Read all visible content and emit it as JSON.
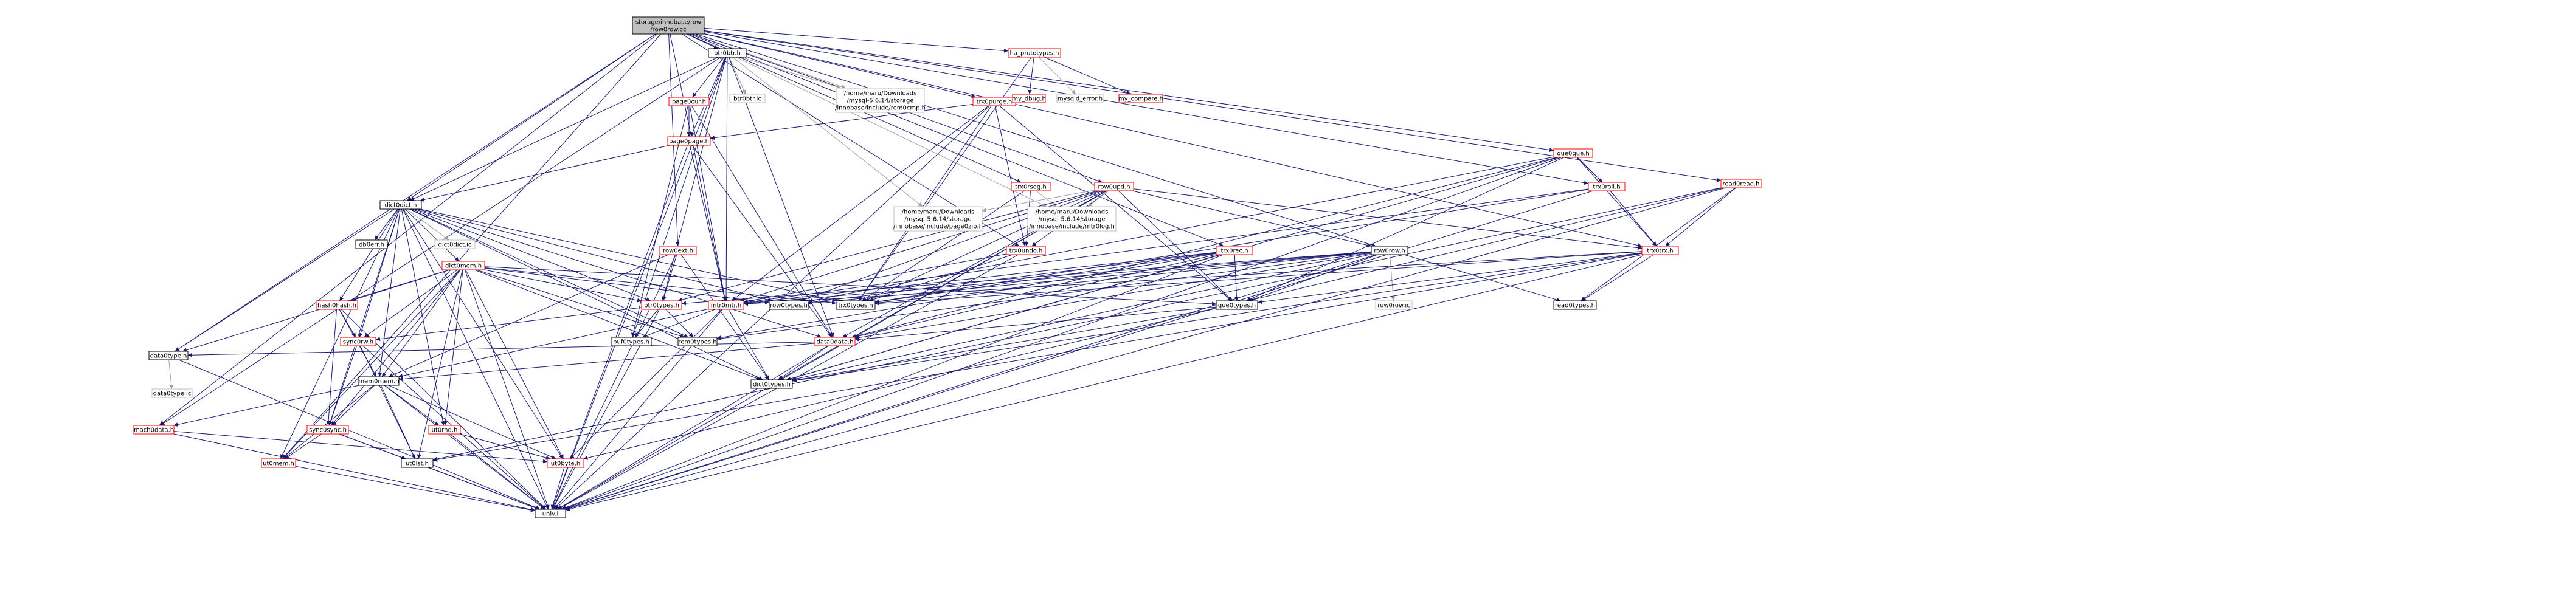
{
  "colors": {
    "root_fill": "#bfbfbf",
    "node_fill": "#ffffff",
    "border_red": "#ff0000",
    "border_gray": "#bfbfbf",
    "border_black": "#000000",
    "edge_blue": "#191970",
    "edge_gray": "#a0a0a0"
  },
  "nodes": [
    {
      "id": "root",
      "lines": [
        "storage/innobase/row",
        "/row0row.cc"
      ],
      "style": "root"
    },
    {
      "id": "btr0btr_h",
      "lines": [
        "btr0btr.h"
      ],
      "style": "black"
    },
    {
      "id": "ha_prototypes_h",
      "lines": [
        "ha_prototypes.h"
      ],
      "style": "red"
    },
    {
      "id": "que0que_h",
      "lines": [
        "que0que.h"
      ],
      "style": "red"
    },
    {
      "id": "read0read_h",
      "lines": [
        "read0read.h"
      ],
      "style": "red"
    },
    {
      "id": "btr0btr_ic",
      "lines": [
        "btr0btr.ic"
      ],
      "style": "gray"
    },
    {
      "id": "rem0cmp_h",
      "lines": [
        "/home/maru/Downloads",
        "/mysql-5.6.14/storage",
        "/innobase/include/rem0cmp.h"
      ],
      "style": "gray"
    },
    {
      "id": "page0cur_h",
      "lines": [
        "page0cur.h"
      ],
      "style": "red"
    },
    {
      "id": "trx0purge_h",
      "lines": [
        "trx0purge.h"
      ],
      "style": "red"
    },
    {
      "id": "my_dbug_h",
      "lines": [
        "my_dbug.h"
      ],
      "style": "red"
    },
    {
      "id": "mysqld_error_h",
      "lines": [
        "mysqld_error.h"
      ],
      "style": "gray"
    },
    {
      "id": "my_compare_h",
      "lines": [
        "my_compare.h"
      ],
      "style": "red"
    },
    {
      "id": "trx0rseg_h",
      "lines": [
        "trx0rseg.h"
      ],
      "style": "red"
    },
    {
      "id": "row0upd_h",
      "lines": [
        "row0upd.h"
      ],
      "style": "red"
    },
    {
      "id": "trx0roll_h",
      "lines": [
        "trx0roll.h"
      ],
      "style": "red"
    },
    {
      "id": "page0page_h",
      "lines": [
        "page0page.h"
      ],
      "style": "red"
    },
    {
      "id": "dict0dict_h",
      "lines": [
        "dict0dict.h"
      ],
      "style": "black"
    },
    {
      "id": "page0zip_h",
      "lines": [
        "/home/maru/Downloads",
        "/mysql-5.6.14/storage",
        "/innobase/include/page0zip.h"
      ],
      "style": "gray"
    },
    {
      "id": "mtr0log_h",
      "lines": [
        "/home/maru/Downloads",
        "/mysql-5.6.14/storage",
        "/innobase/include/mtr0log.h"
      ],
      "style": "gray"
    },
    {
      "id": "row0ext_h",
      "lines": [
        "row0ext.h"
      ],
      "style": "red"
    },
    {
      "id": "trx0undo_h",
      "lines": [
        "trx0undo.h"
      ],
      "style": "red"
    },
    {
      "id": "trx0rec_h",
      "lines": [
        "trx0rec.h"
      ],
      "style": "red"
    },
    {
      "id": "row0row_h",
      "lines": [
        "row0row.h"
      ],
      "style": "black"
    },
    {
      "id": "trx0trx_h",
      "lines": [
        "trx0trx.h"
      ],
      "style": "red"
    },
    {
      "id": "db0err_h",
      "lines": [
        "db0err.h"
      ],
      "style": "black"
    },
    {
      "id": "dict0dict_ic",
      "lines": [
        "dict0dict.ic"
      ],
      "style": "gray"
    },
    {
      "id": "dict0mem_h",
      "lines": [
        "dict0mem.h"
      ],
      "style": "red"
    },
    {
      "id": "hash0hash_h",
      "lines": [
        "hash0hash.h"
      ],
      "style": "red"
    },
    {
      "id": "btr0types_h",
      "lines": [
        "btr0types.h"
      ],
      "style": "red"
    },
    {
      "id": "mtr0mtr_h",
      "lines": [
        "mtr0mtr.h"
      ],
      "style": "red"
    },
    {
      "id": "row0types_h",
      "lines": [
        "row0types.h"
      ],
      "style": "black"
    },
    {
      "id": "trx0types_h",
      "lines": [
        "trx0types.h"
      ],
      "style": "black"
    },
    {
      "id": "que0types_h",
      "lines": [
        "que0types.h"
      ],
      "style": "black"
    },
    {
      "id": "row0row_ic",
      "lines": [
        "row0row.ic"
      ],
      "style": "gray"
    },
    {
      "id": "read0types_h",
      "lines": [
        "read0types.h"
      ],
      "style": "black"
    },
    {
      "id": "sync0rw_h",
      "lines": [
        "sync0rw.h"
      ],
      "style": "red"
    },
    {
      "id": "buf0types_h",
      "lines": [
        "buf0types.h"
      ],
      "style": "black"
    },
    {
      "id": "rem0types_h",
      "lines": [
        "rem0types.h"
      ],
      "style": "black"
    },
    {
      "id": "data0data_h",
      "lines": [
        "data0data.h"
      ],
      "style": "red"
    },
    {
      "id": "data0type_h",
      "lines": [
        "data0type.h"
      ],
      "style": "black"
    },
    {
      "id": "mem0mem_h",
      "lines": [
        "mem0mem.h"
      ],
      "style": "black"
    },
    {
      "id": "dict0types_h",
      "lines": [
        "dict0types.h"
      ],
      "style": "black"
    },
    {
      "id": "data0type_ic",
      "lines": [
        "data0type.ic"
      ],
      "style": "gray"
    },
    {
      "id": "mach0data_h",
      "lines": [
        "mach0data.h"
      ],
      "style": "red"
    },
    {
      "id": "sync0sync_h",
      "lines": [
        "sync0sync.h"
      ],
      "style": "red"
    },
    {
      "id": "ut0rnd_h",
      "lines": [
        "ut0rnd.h"
      ],
      "style": "red"
    },
    {
      "id": "ut0mem_h",
      "lines": [
        "ut0mem.h"
      ],
      "style": "red"
    },
    {
      "id": "ut0lst_h",
      "lines": [
        "ut0lst.h"
      ],
      "style": "black"
    },
    {
      "id": "ut0byte_h",
      "lines": [
        "ut0byte.h"
      ],
      "style": "red"
    },
    {
      "id": "univ_i",
      "lines": [
        "univ.i"
      ],
      "style": "black"
    }
  ],
  "edges": [
    [
      "root",
      "btr0btr_h"
    ],
    [
      "root",
      "ha_prototypes_h"
    ],
    [
      "root",
      "que0que_h"
    ],
    [
      "root",
      "read0read_h"
    ],
    [
      "root",
      "rem0cmp_h"
    ],
    [
      "root",
      "trx0purge_h"
    ],
    [
      "root",
      "trx0rseg_h"
    ],
    [
      "root",
      "row0upd_h"
    ],
    [
      "root",
      "trx0roll_h"
    ],
    [
      "root",
      "dict0dict_h"
    ],
    [
      "root",
      "row0row_h"
    ],
    [
      "root",
      "trx0rec_h"
    ],
    [
      "root",
      "trx0undo_h"
    ],
    [
      "root",
      "trx0trx_h"
    ],
    [
      "root",
      "data0type_h"
    ],
    [
      "root",
      "mach0data_h"
    ],
    [
      "root",
      "ut0mem_h"
    ],
    [
      "root",
      "mtr0mtr_h"
    ],
    [
      "root",
      "row0ext_h"
    ],
    [
      "btr0btr_h",
      "btr0btr_ic"
    ],
    [
      "btr0btr_h",
      "rem0cmp_h"
    ],
    [
      "btr0btr_h",
      "page0cur_h"
    ],
    [
      "btr0btr_h",
      "page0page_h"
    ],
    [
      "btr0btr_h",
      "dict0dict_h"
    ],
    [
      "btr0btr_h",
      "mtr0log_h"
    ],
    [
      "btr0btr_h",
      "page0zip_h"
    ],
    [
      "btr0btr_h",
      "btr0types_h"
    ],
    [
      "btr0btr_h",
      "mtr0mtr_h"
    ],
    [
      "btr0btr_h",
      "data0data_h"
    ],
    [
      "btr0btr_h",
      "buf0types_h"
    ],
    [
      "btr0btr_h",
      "mach0data_h"
    ],
    [
      "btr0btr_h",
      "univ_i"
    ],
    [
      "ha_prototypes_h",
      "my_dbug_h"
    ],
    [
      "ha_prototypes_h",
      "mysqld_error_h"
    ],
    [
      "ha_prototypes_h",
      "my_compare_h"
    ],
    [
      "ha_prototypes_h",
      "trx0types_h"
    ],
    [
      "que0que_h",
      "trx0roll_h"
    ],
    [
      "que0que_h",
      "trx0trx_h"
    ],
    [
      "que0que_h",
      "que0types_h"
    ],
    [
      "que0que_h",
      "row0types_h"
    ],
    [
      "que0que_h",
      "dict0types_h"
    ],
    [
      "que0que_h",
      "data0data_h"
    ],
    [
      "que0que_h",
      "univ_i"
    ],
    [
      "read0read_h",
      "trx0trx_h"
    ],
    [
      "read0read_h",
      "read0types_h"
    ],
    [
      "read0read_h",
      "ut0lst_h"
    ],
    [
      "read0read_h",
      "univ_i"
    ],
    [
      "read0read_h",
      "ut0byte_h"
    ],
    [
      "page0cur_h",
      "page0page_h"
    ],
    [
      "page0cur_h",
      "mtr0mtr_h"
    ],
    [
      "page0cur_h",
      "buf0types_h"
    ],
    [
      "page0cur_h",
      "data0data_h"
    ],
    [
      "trx0purge_h",
      "page0page_h"
    ],
    [
      "trx0purge_h",
      "trx0undo_h"
    ],
    [
      "trx0purge_h",
      "trx0types_h"
    ],
    [
      "trx0purge_h",
      "mtr0mtr_h"
    ],
    [
      "trx0purge_h",
      "univ_i"
    ],
    [
      "trx0purge_h",
      "que0types_h"
    ],
    [
      "trx0rseg_h",
      "trx0undo_h"
    ],
    [
      "trx0rseg_h",
      "trx0types_h"
    ],
    [
      "trx0rseg_h",
      "mtr0log_h"
    ],
    [
      "row0upd_h",
      "trx0trx_h"
    ],
    [
      "row0upd_h",
      "row0row_h"
    ],
    [
      "row0upd_h",
      "trx0undo_h"
    ],
    [
      "row0upd_h",
      "page0zip_h"
    ],
    [
      "row0upd_h",
      "mtr0log_h"
    ],
    [
      "row0upd_h",
      "btr0types_h"
    ],
    [
      "row0upd_h",
      "mtr0mtr_h"
    ],
    [
      "row0upd_h",
      "row0types_h"
    ],
    [
      "row0upd_h",
      "trx0types_h"
    ],
    [
      "row0upd_h",
      "que0types_h"
    ],
    [
      "row0upd_h",
      "dict0types_h"
    ],
    [
      "row0upd_h",
      "data0data_h"
    ],
    [
      "row0upd_h",
      "univ_i"
    ],
    [
      "trx0roll_h",
      "trx0trx_h"
    ],
    [
      "trx0roll_h",
      "trx0types_h"
    ],
    [
      "trx0roll_h",
      "mtr0mtr_h"
    ],
    [
      "trx0roll_h",
      "univ_i"
    ],
    [
      "page0page_h",
      "dict0dict_h"
    ],
    [
      "page0page_h",
      "mtr0mtr_h"
    ],
    [
      "page0page_h",
      "data0data_h"
    ],
    [
      "page0page_h",
      "univ_i"
    ],
    [
      "dict0dict_h",
      "db0err_h"
    ],
    [
      "dict0dict_h",
      "dict0dict_ic"
    ],
    [
      "dict0dict_h",
      "dict0mem_h"
    ],
    [
      "dict0dict_h",
      "hash0hash_h"
    ],
    [
      "dict0dict_h",
      "data0type_h"
    ],
    [
      "dict0dict_h",
      "data0data_h"
    ],
    [
      "dict0dict_h",
      "mem0mem_h"
    ],
    [
      "dict0dict_h",
      "sync0rw_h"
    ],
    [
      "dict0dict_h",
      "sync0sync_h"
    ],
    [
      "dict0dict_h",
      "rem0types_h"
    ],
    [
      "dict0dict_h",
      "dict0types_h"
    ],
    [
      "dict0dict_h",
      "trx0types_h"
    ],
    [
      "dict0dict_h",
      "row0types_h"
    ],
    [
      "dict0dict_h",
      "btr0types_h"
    ],
    [
      "dict0dict_h",
      "ut0rnd_h"
    ],
    [
      "dict0dict_h",
      "ut0byte_h"
    ],
    [
      "dict0dict_h",
      "ut0mem_h"
    ],
    [
      "dict0dict_h",
      "univ_i"
    ],
    [
      "row0ext_h",
      "btr0types_h"
    ],
    [
      "row0ext_h",
      "data0types_h"
    ],
    [
      "row0ext_h",
      "mem0mem_h"
    ],
    [
      "row0ext_h",
      "univ_i"
    ],
    [
      "row0ext_h",
      "dict0types_h"
    ],
    [
      "trx0undo_h",
      "trx0types_h"
    ],
    [
      "trx0undo_h",
      "mtr0mtr_h"
    ],
    [
      "trx0undo_h",
      "univ_i"
    ],
    [
      "trx0rec_h",
      "trx0types_h"
    ],
    [
      "trx0rec_h",
      "row0types_h"
    ],
    [
      "trx0rec_h",
      "mtr0mtr_h"
    ],
    [
      "trx0rec_h",
      "dict0types_h"
    ],
    [
      "trx0rec_h",
      "que0types_h"
    ],
    [
      "trx0rec_h",
      "data0data_h"
    ],
    [
      "trx0rec_h",
      "rem0types_h"
    ],
    [
      "trx0rec_h",
      "univ_i"
    ],
    [
      "row0row_h",
      "row0row_ic"
    ],
    [
      "row0row_h",
      "que0types_h"
    ],
    [
      "row0row_h",
      "row0types_h"
    ],
    [
      "row0row_h",
      "trx0types_h"
    ],
    [
      "row0row_h",
      "mtr0mtr_h"
    ],
    [
      "row0row_h",
      "btr0types_h"
    ],
    [
      "row0row_h",
      "rem0types_h"
    ],
    [
      "row0row_h",
      "dict0types_h"
    ],
    [
      "row0row_h",
      "data0data_h"
    ],
    [
      "row0row_h",
      "read0types_h"
    ],
    [
      "row0row_h",
      "univ_i"
    ],
    [
      "trx0trx_h",
      "que0types_h"
    ],
    [
      "trx0trx_h",
      "read0types_h"
    ],
    [
      "trx0trx_h",
      "trx0types_h"
    ],
    [
      "trx0trx_h",
      "mtr0mtr_h"
    ],
    [
      "trx0trx_h",
      "dict0types_h"
    ],
    [
      "trx0trx_h",
      "ut0lst_h"
    ],
    [
      "trx0trx_h",
      "univ_i"
    ],
    [
      "dict0mem_h",
      "hash0hash_h"
    ],
    [
      "dict0mem_h",
      "data0type_h"
    ],
    [
      "dict0mem_h",
      "mem0mem_h"
    ],
    [
      "dict0mem_h",
      "sync0rw_h"
    ],
    [
      "dict0mem_h",
      "rem0types_h"
    ],
    [
      "dict0mem_h",
      "btr0types_h"
    ],
    [
      "dict0mem_h",
      "ut0rnd_h"
    ],
    [
      "dict0mem_h",
      "ut0byte_h"
    ],
    [
      "dict0mem_h",
      "ut0lst_h"
    ],
    [
      "dict0mem_h",
      "trx0types_h"
    ],
    [
      "dict0mem_h",
      "que0types_h"
    ],
    [
      "dict0mem_h",
      "row0types_h"
    ],
    [
      "dict0mem_h",
      "dict0types_h"
    ],
    [
      "dict0mem_h",
      "sync0sync_h"
    ],
    [
      "dict0mem_h",
      "ut0mem_h"
    ],
    [
      "dict0mem_h",
      "univ_i"
    ],
    [
      "hash0hash_h",
      "sync0rw_h"
    ],
    [
      "hash0hash_h",
      "mem0mem_h"
    ],
    [
      "hash0hash_h",
      "sync0sync_h"
    ],
    [
      "hash0hash_h",
      "univ_i"
    ],
    [
      "btr0types_h",
      "rem0types_h"
    ],
    [
      "btr0types_h",
      "sync0rw_h"
    ],
    [
      "btr0types_h",
      "buf0types_h"
    ],
    [
      "btr0types_h",
      "univ_i"
    ],
    [
      "mtr0mtr_h",
      "mem0mem_h"
    ],
    [
      "mtr0mtr_h",
      "buf0types_h"
    ],
    [
      "mtr0mtr_h",
      "ut0byte_h"
    ],
    [
      "mtr0mtr_h",
      "dict0types_h"
    ],
    [
      "mtr0mtr_h",
      "univ_i"
    ],
    [
      "que0types_h",
      "data0data_h"
    ],
    [
      "que0types_h",
      "dict0types_h"
    ],
    [
      "sync0rw_h",
      "sync0sync_h"
    ],
    [
      "sync0rw_h",
      "ut0lst_h"
    ],
    [
      "sync0rw_h",
      "univ_i"
    ],
    [
      "data0data_h",
      "data0type_h"
    ],
    [
      "data0data_h",
      "mem0mem_h"
    ],
    [
      "data0data_h",
      "dict0types_h"
    ],
    [
      "data0data_h",
      "univ_i"
    ],
    [
      "data0type_h",
      "data0type_ic"
    ],
    [
      "data0type_h",
      "univ_i"
    ],
    [
      "mem0mem_h",
      "mach0data_h"
    ],
    [
      "mem0mem_h",
      "sync0sync_h"
    ],
    [
      "mem0mem_h",
      "ut0rnd_h"
    ],
    [
      "mem0mem_h",
      "ut0mem_h"
    ],
    [
      "mem0mem_h",
      "ut0byte_h"
    ],
    [
      "mem0mem_h",
      "ut0lst_h"
    ],
    [
      "mem0mem_h",
      "univ_i"
    ],
    [
      "mach0data_h",
      "ut0byte_h"
    ],
    [
      "mach0data_h",
      "univ_i"
    ],
    [
      "sync0sync_h",
      "ut0mem_h"
    ],
    [
      "sync0sync_h",
      "ut0lst_h"
    ],
    [
      "sync0sync_h",
      "univ_i"
    ],
    [
      "ut0rnd_h",
      "ut0byte_h"
    ],
    [
      "ut0rnd_h",
      "univ_i"
    ],
    [
      "ut0mem_h",
      "univ_i"
    ],
    [
      "ut0lst_h",
      "univ_i"
    ],
    [
      "ut0byte_h",
      "univ_i"
    ]
  ]
}
